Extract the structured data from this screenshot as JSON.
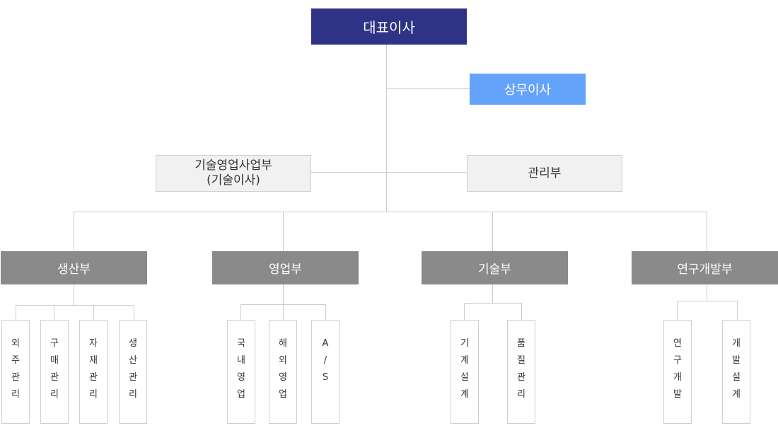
{
  "ceo": {
    "label": "대표이사"
  },
  "vp": {
    "label": "상무이사"
  },
  "tech_sales_division": {
    "line1": "기술영업사업부",
    "line2": "(기술이사)"
  },
  "management": {
    "label": "관리부"
  },
  "departments": {
    "production": {
      "label": "생산부",
      "teams": [
        [
          "외",
          "주",
          "관",
          "리"
        ],
        [
          "구",
          "매",
          "관",
          "리"
        ],
        [
          "자",
          "재",
          "관",
          "리"
        ],
        [
          "생",
          "산",
          "관",
          "리"
        ]
      ]
    },
    "sales": {
      "label": "영업부",
      "teams": [
        [
          "국",
          "내",
          "영",
          "업"
        ],
        [
          "해",
          "외",
          "영",
          "업"
        ],
        [
          "A",
          "/",
          "S"
        ]
      ]
    },
    "technology": {
      "label": "기술부",
      "teams": [
        [
          "기",
          "계",
          "설",
          "계"
        ],
        [
          "품",
          "질",
          "관",
          "리"
        ]
      ]
    },
    "rnd": {
      "label": "연구개발부",
      "teams": [
        [
          "연",
          "구",
          "개",
          "발"
        ],
        [
          "개",
          "발",
          "설",
          "계"
        ]
      ]
    }
  },
  "colors": {
    "ceo": "#2e3386",
    "vp": "#64a3fb",
    "dept": "#8a8a8a",
    "division_bg": "#f1f1f1",
    "line": "#cccccc"
  }
}
